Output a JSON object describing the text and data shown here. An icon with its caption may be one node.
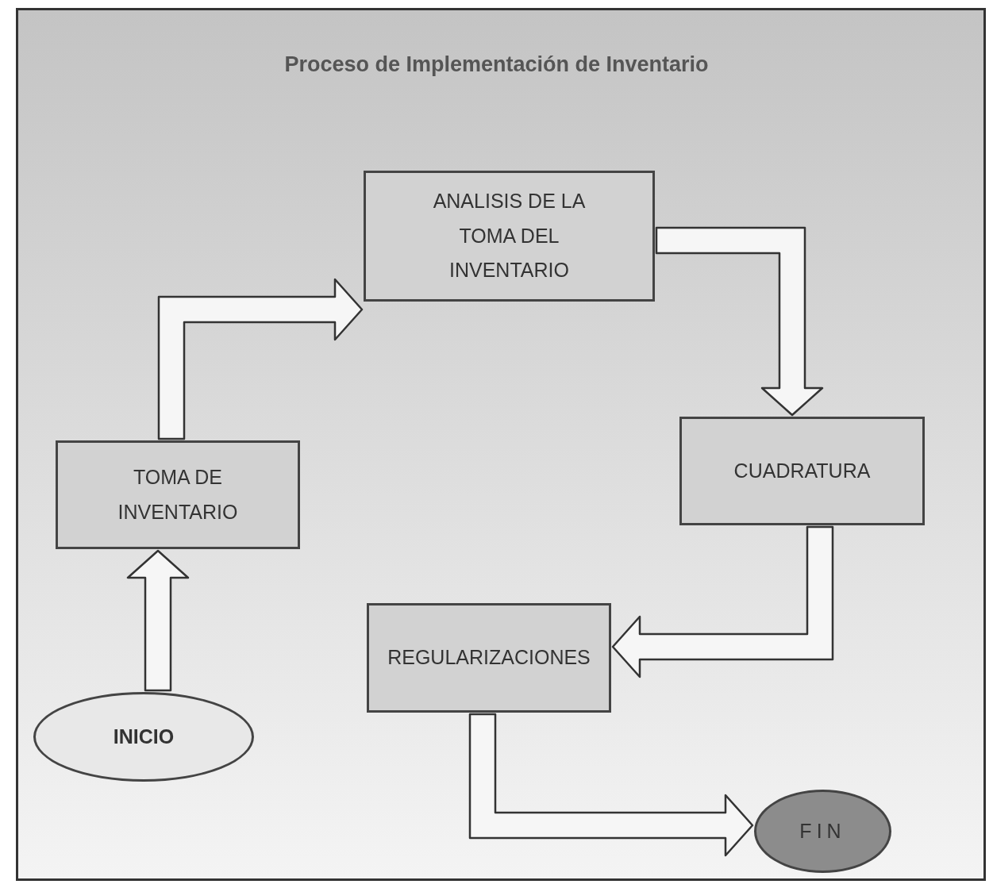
{
  "diagram": {
    "title": "Proceso de  Implementación de Inventario",
    "nodes": [
      {
        "text": [
          "INICIO"
        ]
      },
      {
        "text": [
          "TOMA DE INVENTARIO"
        ]
      },
      {
        "text": [
          "ANALISIS DE LA TOMA DEL INVENTARIO"
        ]
      },
      {
        "text": [
          "CUADRATURA"
        ]
      },
      {
        "text": [
          "REGULARIZACIONES"
        ]
      },
      {
        "text": [
          "FIN"
        ]
      }
    ],
    "edges": [
      {
        "from": 0,
        "to": 1,
        "arrow": "to"
      },
      {
        "from": 1,
        "to": 2,
        "arrow": "to"
      },
      {
        "from": 2,
        "to": 3,
        "arrow": "to"
      },
      {
        "from": 3,
        "to": 4,
        "arrow": "to"
      },
      {
        "from": 4,
        "to": 5,
        "arrow": "to"
      }
    ]
  }
}
